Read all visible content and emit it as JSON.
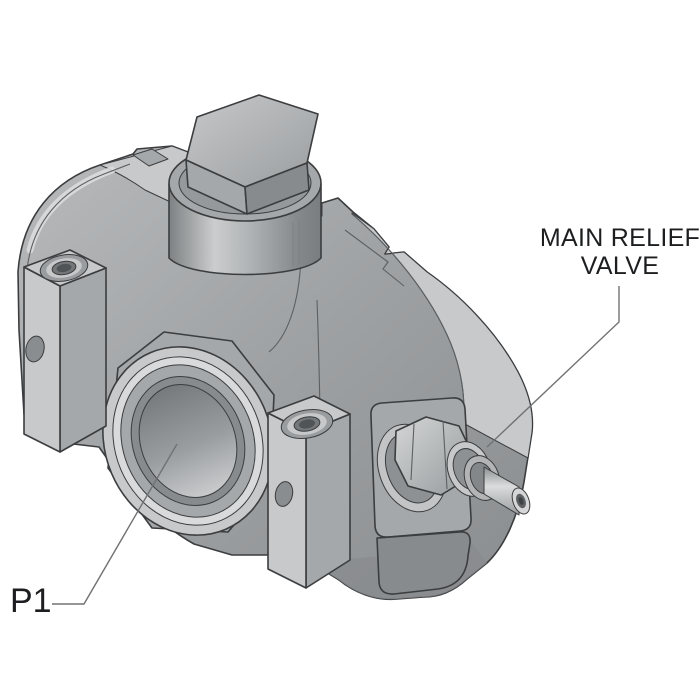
{
  "callouts": {
    "main_relief_valve": {
      "line1": "MAIN RELIEF",
      "line2": "VALVE"
    },
    "p1_port": {
      "label": "P1"
    }
  },
  "colors": {
    "background": "#ffffff",
    "text": "#1d1e20",
    "leader_line": "#707274",
    "outline": "#3b3d3f",
    "body_base": "#a5a8aa",
    "body_light": "#c7c9cb",
    "body_highlight": "#dcdedf",
    "body_dark": "#888b8d",
    "body_darker": "#6f7274"
  }
}
